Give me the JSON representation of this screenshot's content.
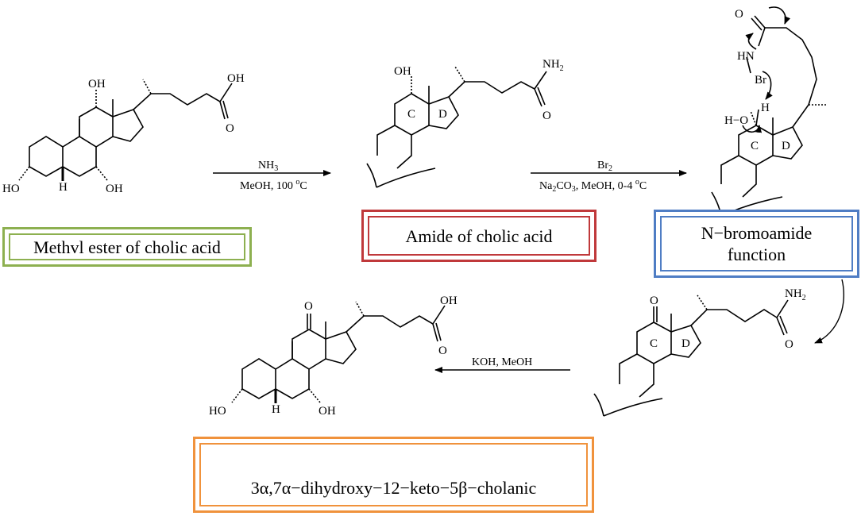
{
  "colors": {
    "green": "#8db050",
    "red": "#c0393b",
    "blue": "#4f7dc4",
    "orange": "#f0923c",
    "ink": "#000000"
  },
  "boxes": {
    "b1": {
      "text": "Methvl ester of cholic acid",
      "color": "#8db050"
    },
    "b2": {
      "text": "Amide of cholic acid",
      "color": "#c0393b"
    },
    "b3": {
      "text": "N−bromoamide function",
      "color": "#4f7dc4"
    },
    "b4": {
      "text": "3α,7α−dihydroxy−12−keto−5β−cholanic",
      "color": "#f0923c"
    }
  },
  "arrows": {
    "a1": {
      "top": "NH",
      "top_sub": "3",
      "bottom": "MeOH, 100 ",
      "bottom_sup": "o",
      "bottom_tail": "C"
    },
    "a2": {
      "top": "Br",
      "top_sub": "2",
      "bottom": "Na",
      "bottom_sub": "2",
      "bottom_mid": "CO",
      "bottom_sub2": "3",
      "bottom_mid2": ", MeOH, 0-4 ",
      "bottom_sup": "o",
      "bottom_tail": "C"
    },
    "a3": {
      "top": "KOH, MeOH"
    }
  },
  "atoms": {
    "oh": "OH",
    "ho": "HO",
    "h": "H",
    "o": "O",
    "nh": "NH",
    "nh2": "NH",
    "two": "2",
    "hn": "HN",
    "br": "Br",
    "ring_c": "C",
    "ring_d": "D",
    "h_dash_o": "H−O"
  }
}
